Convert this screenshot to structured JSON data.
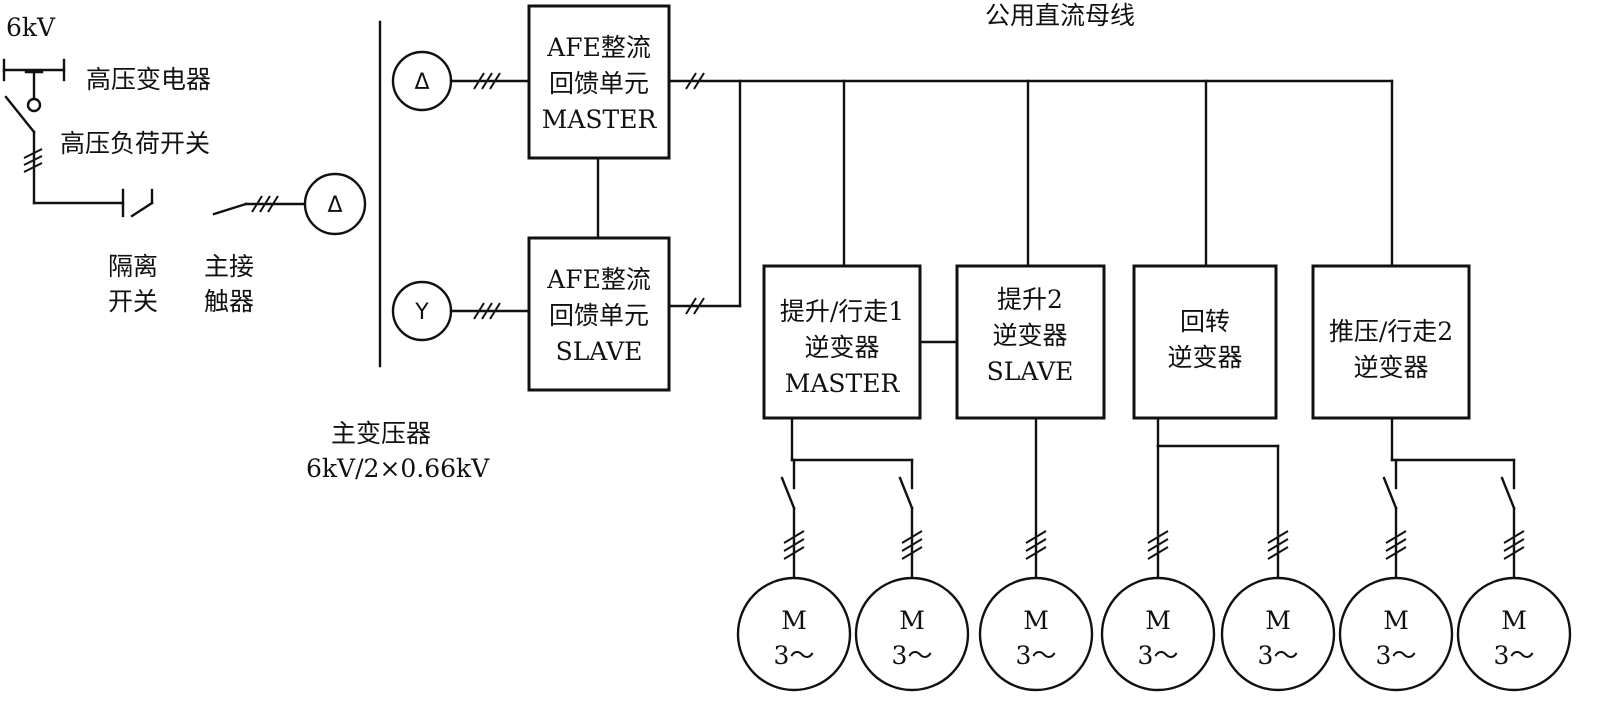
{
  "labels": {
    "source_voltage": "6kV",
    "hv_transformer": "高压变电器",
    "hv_load_switch": "高压负荷开关",
    "isolation_switch_1": "隔离",
    "isolation_switch_2": "开关",
    "main_contactor_1": "主接",
    "main_contactor_2": "触器",
    "main_transformer_1": "主变压器",
    "main_transformer_2": "6kV/2×0.66kV",
    "dc_bus": "公用直流母线"
  },
  "windings": {
    "delta": "Δ",
    "wye": "Y"
  },
  "afe_units": [
    {
      "lines": [
        "AFE整流",
        "回馈单元",
        "MASTER"
      ]
    },
    {
      "lines": [
        "AFE整流",
        "回馈单元",
        "SLAVE"
      ]
    }
  ],
  "inverters": [
    {
      "lines": [
        "提升/行走1",
        "逆变器",
        "MASTER"
      ]
    },
    {
      "lines": [
        "提升2",
        "逆变器",
        "SLAVE"
      ]
    },
    {
      "lines": [
        "回转",
        "逆变器"
      ]
    },
    {
      "lines": [
        "推压/行走2",
        "逆变器"
      ]
    }
  ],
  "motor": {
    "line1": "M",
    "line2": "3～"
  },
  "motor_count": 7
}
